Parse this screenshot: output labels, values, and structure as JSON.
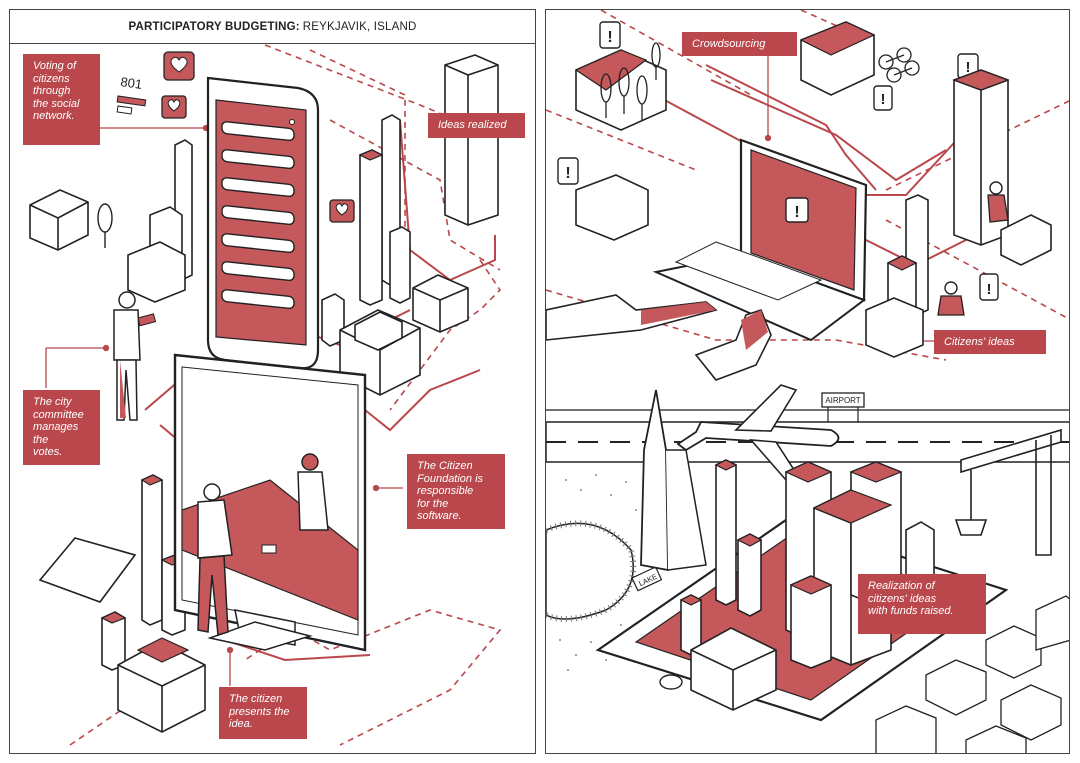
{
  "header": {
    "title_bold": "PARTICIPATORY BUDGETING:",
    "title_rest": "REYKJAVIK, ISLAND"
  },
  "callouts": {
    "voting": "Voting of\ncitizens\nthrough\nthe social\nnetwork.",
    "ideas_realized": "Ideas realized",
    "city_committee": "The city\ncommittee\nmanages the\nvotes.",
    "citizen_foundation": "The Citizen\nFoundation is\nresponsible\nfor the\nsoftware.",
    "citizen_presents": "The citizen\npresents the\nidea.",
    "crowdsourcing": "Crowdsourcing",
    "citizens_ideas": "Citizens' ideas",
    "realization": "Realization of\ncitizens' ideas\nwith funds raised."
  },
  "signs": {
    "counter": "801",
    "airport": "AIRPORT",
    "lake": "LAKE",
    "alert": "!"
  },
  "colors": {
    "accent": "#b9474b",
    "accent_light": "#d98a8b",
    "line": "#222222",
    "background": "#ffffff"
  }
}
